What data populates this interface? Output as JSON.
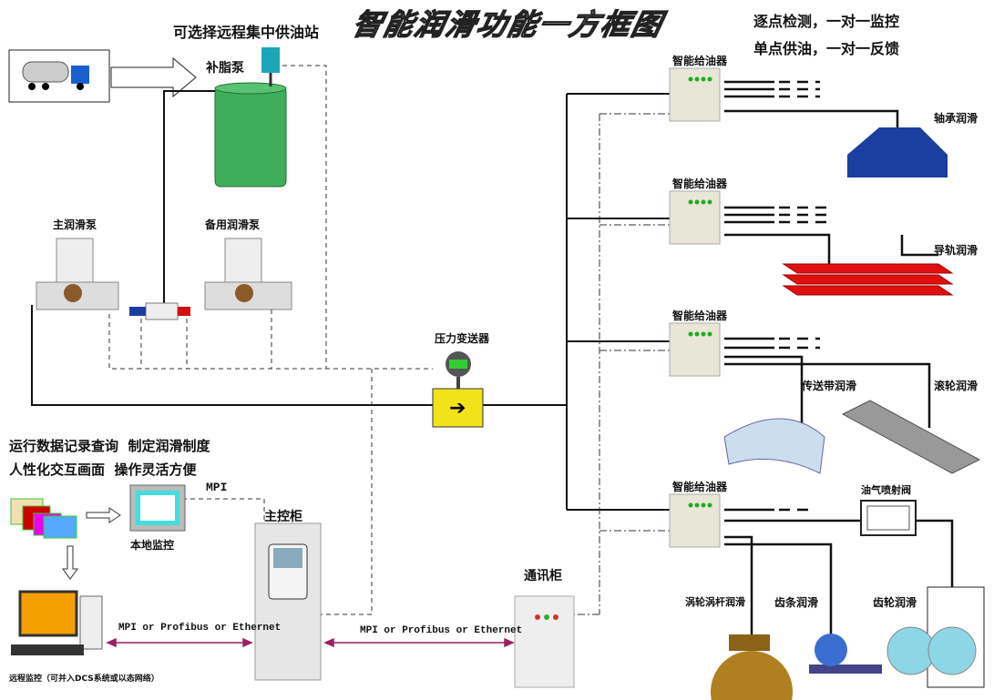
{
  "title": "智能润滑功能一方框图",
  "supply_station": "可选择远程集中供油站",
  "refill_pump": "补脂泵",
  "main_pump": "主润滑泵",
  "backup_pump": "备用润滑泵",
  "pressure_transmitter": "压力变送器",
  "slogan": [
    "逐点检测，一对一监控",
    "单点供油，一对一反馈"
  ],
  "dispenser_label": "智能给油器",
  "targets": {
    "bearing": "轴承润滑",
    "guide_rail": "导轨润滑",
    "conveyor": "传送带润滑",
    "roller": "滚轮润滑",
    "oil_air_valve": "油气喷射阀",
    "worm_gear": "涡轮涡杆润滑",
    "rack": "齿条润滑",
    "gear": "齿轮润滑"
  },
  "features": [
    "运行数据记录查询  制定润滑制度",
    "人性化交互画面  操作灵活方便"
  ],
  "local_monitor": "本地监控",
  "mpi": "MPI",
  "main_cabinet": "主控柜",
  "comm_cabinet": "通讯柜",
  "remote_monitor": "远程监控（可并入DCS系统或以态网络）",
  "network_label": "MPI or Profibus or Ethernet",
  "colors": {
    "tank": "#3fae5a",
    "bearing": "#1a3fa0",
    "rail": "#e01010",
    "network_arrow": "#9a2060"
  }
}
